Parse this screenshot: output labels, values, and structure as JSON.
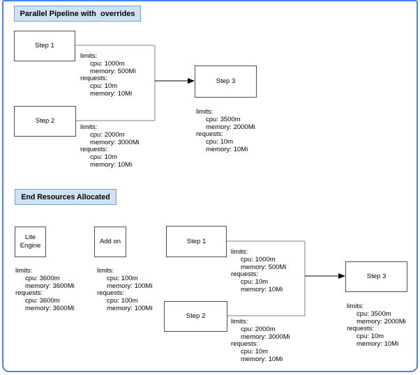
{
  "diagram": {
    "section1": {
      "title": "Parallel Pipeline with  overrides",
      "steps": {
        "step1": "Step 1",
        "step2": "Step 2",
        "step3": "Step 3"
      },
      "annotations": {
        "step1": [
          "limits:",
          "cpu: 1000m",
          "memory: 500Mi",
          "requests:",
          "cpu: 10m",
          "memory: 10Mi"
        ],
        "step2": [
          "limits:",
          "cpu: 2000m",
          "memory: 3000Mi",
          "requests:",
          "cpu: 10m",
          "memory: 10Mi"
        ],
        "step3": [
          "limits:",
          "cpu: 3500m",
          "memory: 2000Mi",
          "requests:",
          "cpu: 10m",
          "memory: 10Mi"
        ]
      }
    },
    "section2": {
      "title": "End Resources Allocated",
      "steps": {
        "lite_engine_line1": "Lite",
        "lite_engine_line2": "Engine",
        "add_on": "Add on",
        "step1": "Step 1",
        "step2": "Step 2",
        "step3": "Step 3"
      },
      "annotations": {
        "lite_engine": [
          "limits:",
          "cpu: 3600m",
          "memory: 3600Mi",
          "requests:",
          "cpu: 3600m",
          "memory: 3600Mi"
        ],
        "add_on": [
          "limits:",
          "cpu: 100m",
          "memory: 100Mi",
          "requests:",
          "cpu: 100m",
          "memory: 100Mi"
        ],
        "step1": [
          "limits:",
          "cpu: 1000m",
          "memory: 500Mi",
          "requests:",
          "cpu: 10m",
          "memory: 10Mi"
        ],
        "step2": [
          "limits:",
          "cpu: 2000m",
          "memory: 3000Mi",
          "requests:",
          "cpu: 10m",
          "memory: 10Mi"
        ],
        "step3": [
          "limits:",
          "cpu: 3500m",
          "memory: 2000Mi",
          "requests:",
          "cpu: 10m",
          "memory: 10Mi"
        ]
      }
    },
    "colors": {
      "frame_border": "#4285f4",
      "title_fill": "#cfe2f3",
      "title_border": "#7a9ec9",
      "node_border": "#4d4d4d",
      "connector": "#808080",
      "arrow": "#000000"
    }
  }
}
